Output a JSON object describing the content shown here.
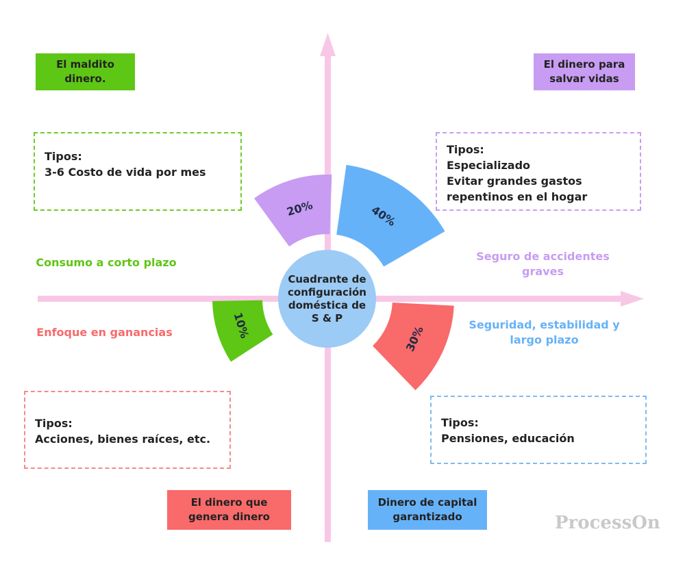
{
  "center": {
    "text": "Cuadrante de\nconfiguración\ndoméstica de\nS & P"
  },
  "quadrants": {
    "top_left": {
      "title": "El maldito\ndinero.",
      "types": [
        "Tipos:",
        "3-6 Costo de vida por mes"
      ],
      "label": "Consumo a corto plazo",
      "percent": "10%",
      "color": "#5ec614"
    },
    "top_right": {
      "title": "El dinero para\nsalvar vidas",
      "types": [
        "Tipos:",
        "Especializado",
        "Evitar grandes gastos",
        "repentinos en el hogar"
      ],
      "label": "Seguro de accidentes\ngraves",
      "percent": "20%",
      "color": "#c79cf2"
    },
    "bottom_left": {
      "title": "El dinero que\ngenera dinero",
      "types": [
        "Tipos:",
        "Acciones, bienes raíces, etc."
      ],
      "label": "Enfoque en ganancias",
      "percent": "30%",
      "color": "#f96a6a"
    },
    "bottom_right": {
      "title": "Dinero de capital\ngarantizado",
      "types": [
        "Tipos:",
        "Pensiones, educación"
      ],
      "label": "Seguridad, estabilidad y\nlargo plazo",
      "percent": "40%",
      "color": "#66b2f8"
    }
  },
  "colors": {
    "axis": "#f9c7e6",
    "center": "#9ccbf5"
  },
  "watermark": "ProcessOn"
}
